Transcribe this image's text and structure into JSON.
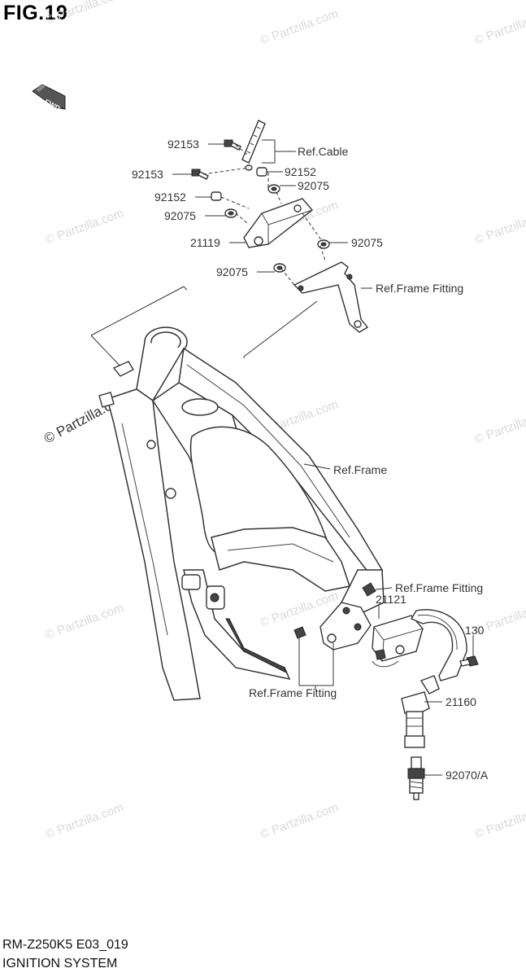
{
  "figure": {
    "title": "FIG.19",
    "model_code": "RM-Z250K5 E03_019",
    "system_name": "IGNITION SYSTEM",
    "fwd_arrow_text": "FWD"
  },
  "watermark_text": "© Partzilla.com",
  "callouts": {
    "c92153a": "92153",
    "ref_cable": "Ref.Cable",
    "c92153b": "92153",
    "c92152a": "92152",
    "c92075a": "92075",
    "c92152b": "92152",
    "c92075b": "92075",
    "c21119": "21119",
    "c92075c": "92075",
    "c92075d": "92075",
    "ref_frame_fitting_top": "Ref.Frame Fitting",
    "ref_frame": "Ref.Frame",
    "ref_frame_fitting_mid": "Ref.Frame Fitting",
    "c21121": "21121",
    "c130": "130",
    "ref_frame_fitting_bottom": "Ref.Frame Fitting",
    "c21160": "21160",
    "c92070a": "92070/A"
  }
}
